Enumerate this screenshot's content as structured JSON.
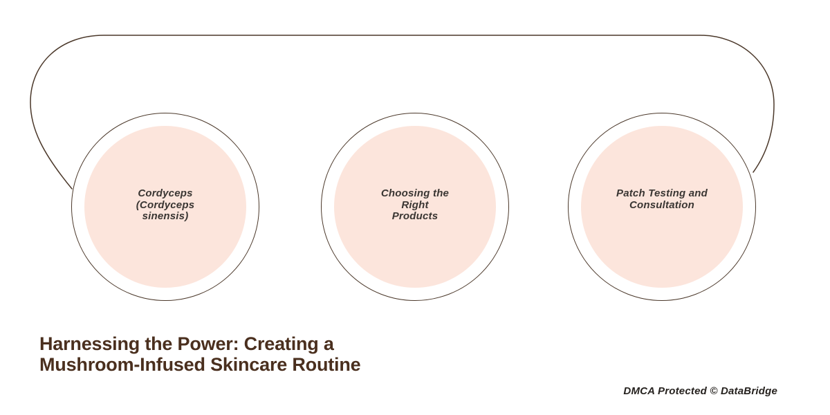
{
  "diagram": {
    "stroke_color": "#4a3729",
    "node_fill_color": "#fce5dc",
    "nodes": [
      {
        "label": "Cordyceps\n(Cordyceps\nsinensis)"
      },
      {
        "label": "Choosing the\nRight\nProducts"
      },
      {
        "label": "Patch Testing and\nConsultation"
      }
    ],
    "title": "Harnessing the Power: Creating a\nMushroom-Infused Skincare Routine",
    "title_color": "#4a2f1e",
    "watermark": "DMCA Protected © DataBridge"
  }
}
